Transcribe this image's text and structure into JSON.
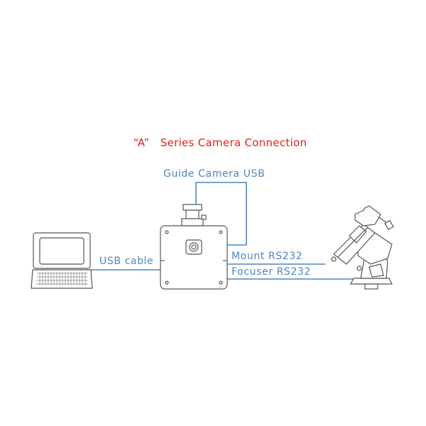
{
  "title": "“A”   Series Camera Connection",
  "labels": {
    "guide_usb": "Guide Camera USB",
    "usb_cable": "USB cable",
    "mount": "Mount RS232",
    "focuser": "Focuser RS232"
  },
  "colors": {
    "title": "#e0201c",
    "label": "#4f86c0",
    "line": "#4f86c0",
    "device_stroke": "#555555",
    "background": "#ffffff"
  },
  "devices": [
    "laptop-icon",
    "camera-icon",
    "telescope-mount-icon"
  ]
}
